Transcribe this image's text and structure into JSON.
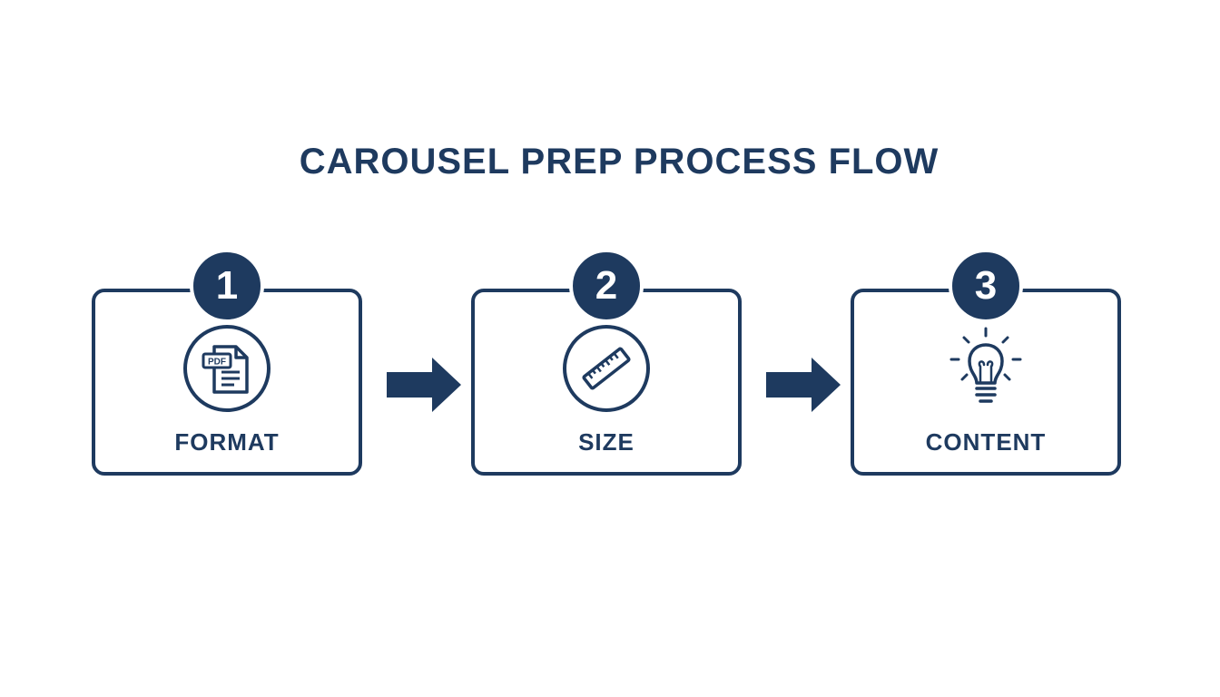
{
  "title": "CAROUSEL PREP PROCESS FLOW",
  "colors": {
    "primary": "#1e3a5f",
    "background": "#ffffff"
  },
  "steps": [
    {
      "number": "1",
      "label": "FORMAT",
      "icon": "pdf-document-icon",
      "icon_text": "PDF"
    },
    {
      "number": "2",
      "label": "SIZE",
      "icon": "ruler-icon"
    },
    {
      "number": "3",
      "label": "CONTENT",
      "icon": "lightbulb-icon"
    }
  ]
}
